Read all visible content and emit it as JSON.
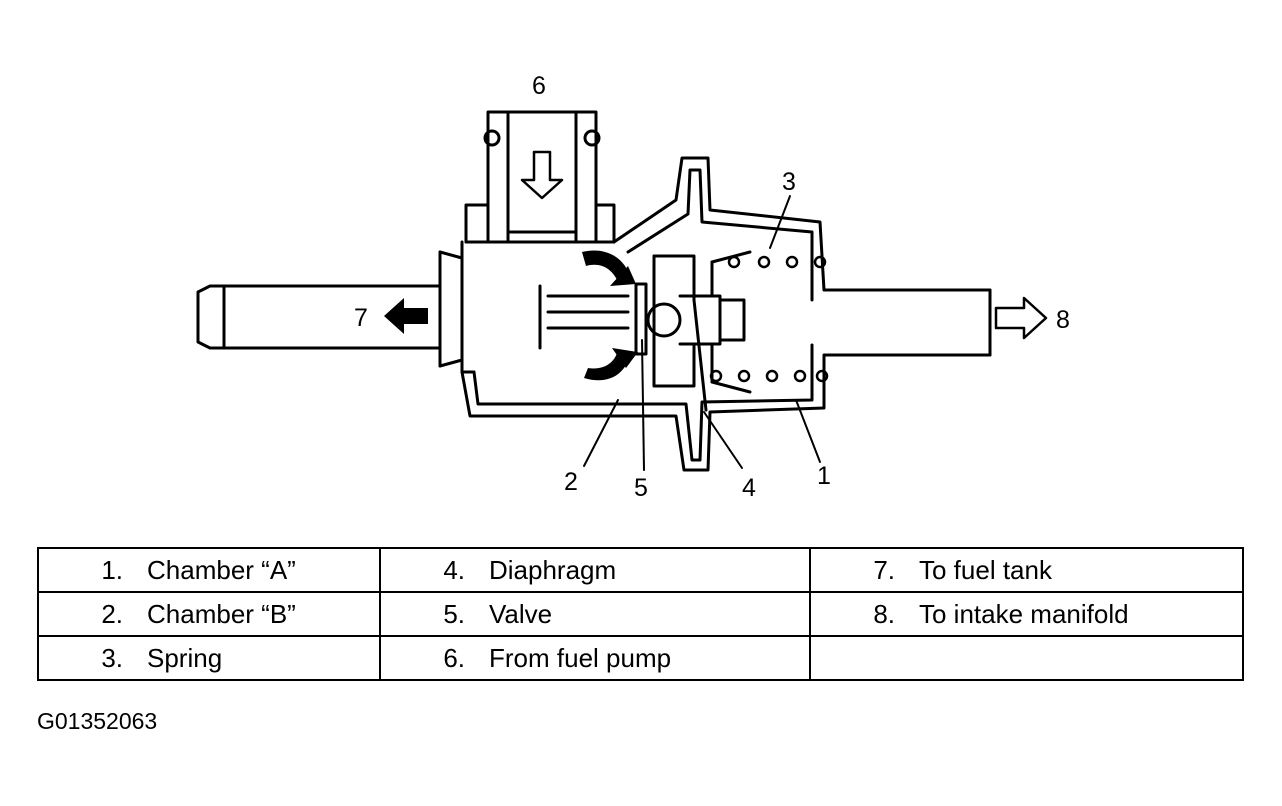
{
  "callouts": {
    "c1": "1",
    "c2": "2",
    "c3": "3",
    "c4": "4",
    "c5": "5",
    "c6": "6",
    "c7": "7",
    "c8": "8"
  },
  "legend": [
    [
      {
        "num": "1.",
        "label": "Chamber “A”"
      },
      {
        "num": "4.",
        "label": "Diaphragm"
      },
      {
        "num": "7.",
        "label": "To fuel tank"
      }
    ],
    [
      {
        "num": "2.",
        "label": "Chamber “B”"
      },
      {
        "num": "5.",
        "label": "Valve"
      },
      {
        "num": "8.",
        "label": "To intake manifold"
      }
    ],
    [
      {
        "num": "3.",
        "label": "Spring"
      },
      {
        "num": "6.",
        "label": "From fuel pump"
      },
      {
        "num": "",
        "label": ""
      }
    ]
  ],
  "figure_code": "G01352063"
}
